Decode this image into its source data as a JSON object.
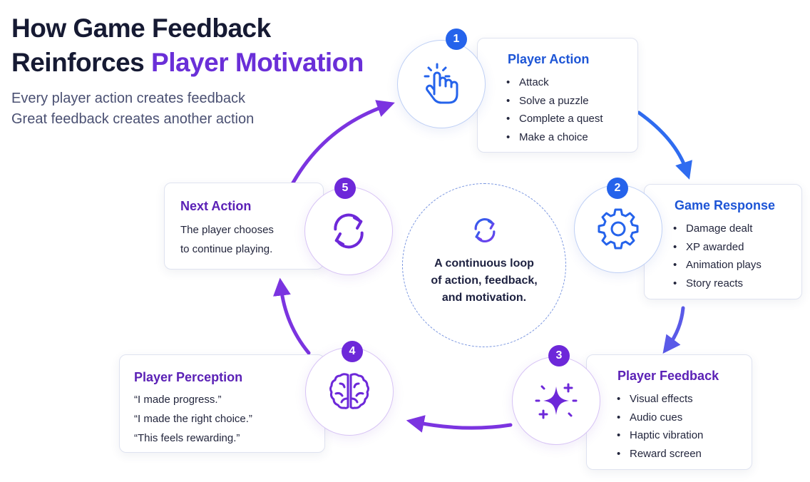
{
  "header": {
    "title_line1": "How Game Feedback",
    "title_line2_prefix": "Reinforces ",
    "title_line2_highlight": "Player Motivation",
    "subtitle_line1": "Every player action creates feedback",
    "subtitle_line2": "Great feedback creates another action"
  },
  "center": {
    "icon": "refresh-icon",
    "line1": "A continuous loop",
    "line2": "of action, feedback,",
    "line3": "and motivation."
  },
  "steps": [
    {
      "number": "1",
      "title": "Player Action",
      "icon": "pointer-hand-icon",
      "items": [
        "Attack",
        "Solve a puzzle",
        "Complete a quest",
        "Make a choice"
      ]
    },
    {
      "number": "2",
      "title": "Game Response",
      "icon": "gear-icon",
      "items": [
        "Damage dealt",
        "XP awarded",
        "Animation plays",
        "Story reacts"
      ]
    },
    {
      "number": "3",
      "title": "Player Feedback",
      "icon": "sparkle-icon",
      "items": [
        "Visual effects",
        "Audio cues",
        "Haptic vibration",
        "Reward screen"
      ]
    },
    {
      "number": "4",
      "title": "Player Perception",
      "icon": "brain-icon",
      "lines": [
        "“I made progress.”",
        "“I made the right choice.”",
        "“This feels rewarding.”"
      ]
    },
    {
      "number": "5",
      "title": "Next Action",
      "icon": "refresh-icon",
      "lines": [
        "The player chooses",
        "to continue playing."
      ]
    }
  ],
  "colors": {
    "blue": "#2563eb",
    "purple": "#6d28d9",
    "title_highlight": "#6a2fd8"
  }
}
